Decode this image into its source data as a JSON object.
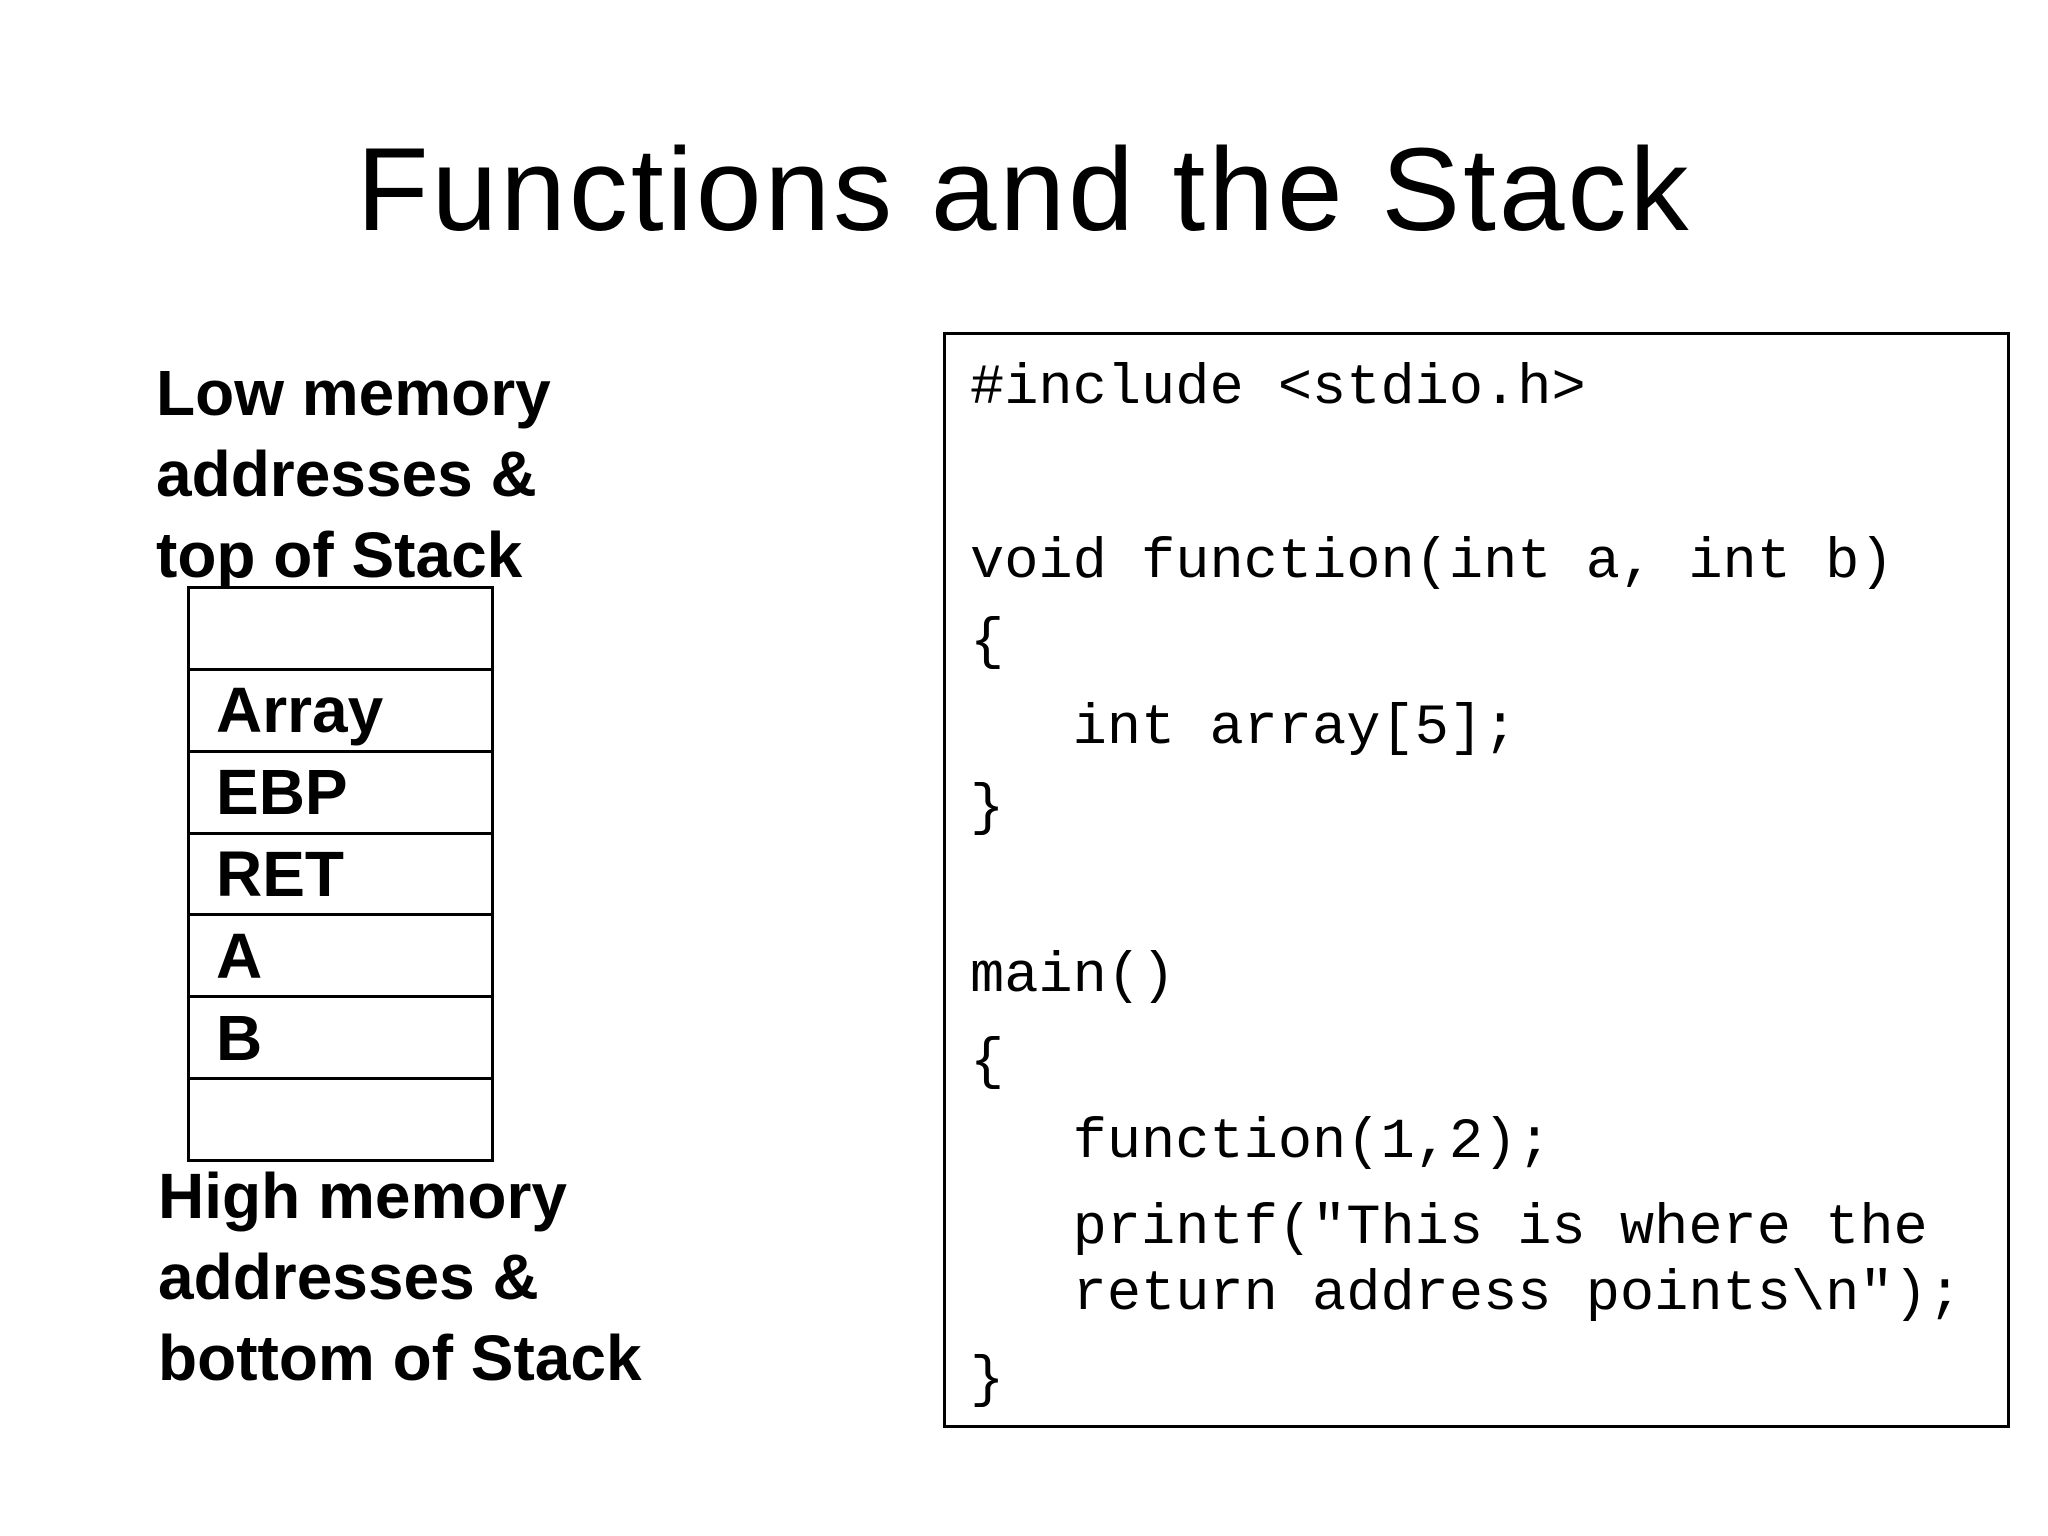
{
  "title": "Functions and the Stack",
  "stack_diagram": {
    "top_label_lines": [
      "Low memory",
      "addresses &",
      "top of Stack"
    ],
    "bottom_label_lines": [
      "High memory",
      "addresses &",
      "bottom of Stack"
    ],
    "rows": [
      "",
      "Array",
      "EBP",
      "RET",
      "A",
      "B",
      ""
    ]
  },
  "code_panel": {
    "lines": [
      "#include <stdio.h>",
      "void function(int a, int b)",
      "{",
      "   int array[5];",
      "}",
      "main()",
      "{",
      "   function(1,2);",
      "   printf(\"This is where the",
      "   return address points\\n\");",
      "}"
    ]
  },
  "colors": {
    "background": "#ffffff",
    "text": "#000000",
    "border": "#000000"
  }
}
